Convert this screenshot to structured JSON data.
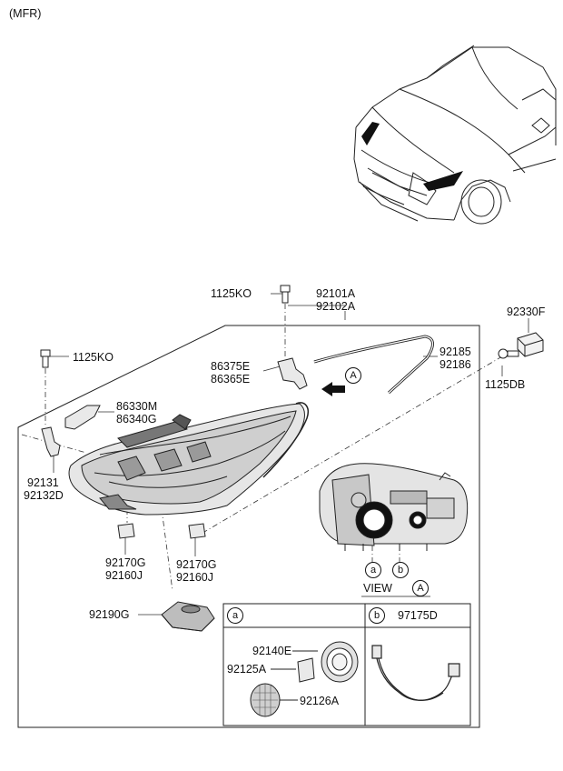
{
  "header": {
    "note": "(MFR)"
  },
  "parts": {
    "bolt_top": "1125KO",
    "bolt_left": "1125KO",
    "headlamp_line1": "92101A",
    "headlamp_line2": "92102A",
    "bracket_upper_line1": "86375E",
    "bracket_upper_line2": "86365E",
    "bracket_left_line1": "86330M",
    "bracket_left_line2": "86340G",
    "gasket_line1": "92185",
    "gasket_line2": "92186",
    "actuator": "92330F",
    "screw_right": "1125DB",
    "bracket_side_line1": "92131",
    "bracket_side_line2": "92132D",
    "clip_left_line1": "92170G",
    "clip_left_line2": "92160J",
    "clip_right_line1": "92170G",
    "clip_right_line2": "92160J",
    "module": "92190G"
  },
  "view": {
    "title": "VIEW",
    "marker": "A",
    "arrow_marker": "A",
    "point_a": "a",
    "point_b": "b"
  },
  "detail_box": {
    "a": {
      "marker": "a",
      "items": {
        "cap": "92140E",
        "seal": "92125A",
        "mesh": "92126A"
      }
    },
    "b": {
      "marker": "b",
      "title": "97175D"
    }
  }
}
